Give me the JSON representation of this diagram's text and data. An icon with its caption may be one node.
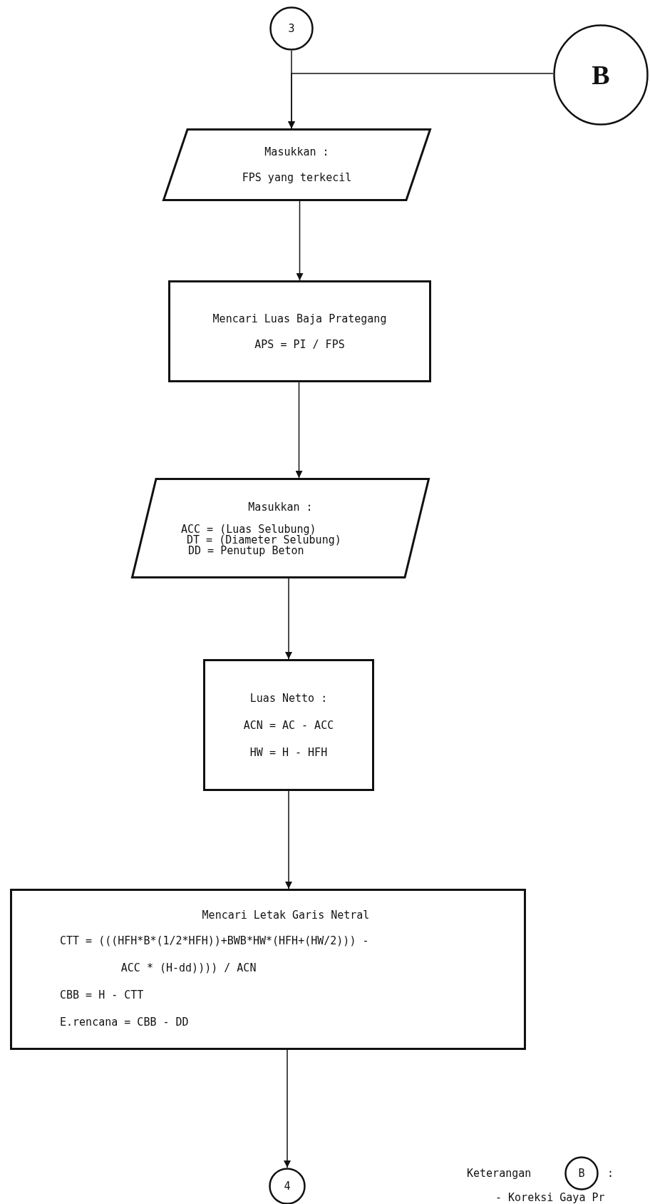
{
  "diagram": {
    "nodes": [
      {
        "text": [
          "3"
        ]
      },
      {
        "text": [
          "B"
        ]
      },
      {
        "text": [
          "Masukkan :",
          "FPS yang terkecil"
        ]
      },
      {
        "text": [
          "Mencari Luas Baja Prategang",
          "APS = PI / FPS"
        ]
      },
      {
        "text": [
          "Masukkan :",
          "ACC = (Luas Selubung)",
          "DT = (Diameter Selubung)",
          "DD = Penutup Beton"
        ]
      },
      {
        "text": [
          "Luas Netto :",
          "ACN = AC - ACC",
          "HW = H - HFH"
        ]
      },
      {
        "text": [
          "Mencari Letak Garis Netral",
          "CTT = (((HFH*B*(1/2*HFH))+BWB*HW*(HFH+(HW/2))) - ACC * (H-dd)))) / ACN",
          "CBB = H - CTT",
          "E.rencana = CBB - DD"
        ]
      },
      {
        "text": [
          "4"
        ]
      },
      {
        "text": [
          "B"
        ]
      }
    ],
    "edges": [
      {
        "from": 0,
        "to": 2,
        "arrow": "to"
      },
      {
        "from": 1,
        "to": 2,
        "arrow": "to"
      },
      {
        "from": 2,
        "to": 3,
        "arrow": "to"
      },
      {
        "from": 3,
        "to": 4,
        "arrow": "to"
      },
      {
        "from": 4,
        "to": 5,
        "arrow": "to"
      },
      {
        "from": 5,
        "to": 6,
        "arrow": "to"
      },
      {
        "from": 6,
        "to": 7,
        "arrow": "to"
      }
    ],
    "labels": [
      "Keterangan",
      ":",
      "- Koreksi Gaya Pr"
    ]
  }
}
